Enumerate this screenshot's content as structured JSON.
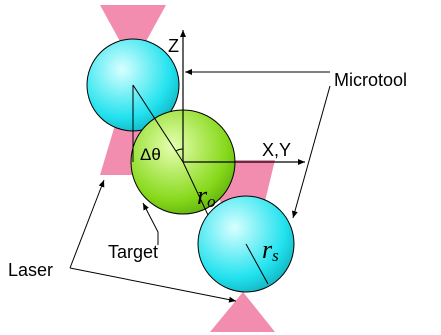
{
  "labels": {
    "z_axis": "Z",
    "xy_axis": "X,Y",
    "microtool": "Microtool",
    "target": "Target",
    "laser": "Laser",
    "delta_theta": "Δθ",
    "r_o_symbol": "r",
    "r_o_subscript": "o",
    "r_s_symbol": "r",
    "r_s_subscript": "s"
  },
  "colors": {
    "laser_beam": "#f28db0",
    "sphere_fill": "#22e2ee",
    "sphere_highlight": "#d8ffff",
    "target_fill": "#86d81a",
    "target_highlight": "#e6ffb0",
    "line": "#000000"
  }
}
